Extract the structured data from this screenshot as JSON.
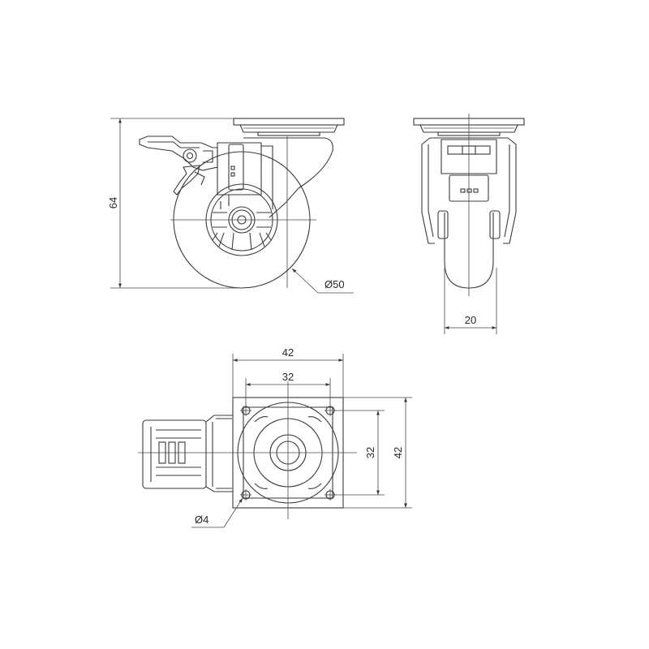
{
  "dimensions": {
    "overall_height": "64",
    "wheel_diameter": "Ø50",
    "wheel_width": "20",
    "plate_width": "42",
    "hole_spacing_x": "32",
    "hole_spacing_y": "32",
    "plate_depth": "42",
    "hole_diameter": "Ø4"
  }
}
